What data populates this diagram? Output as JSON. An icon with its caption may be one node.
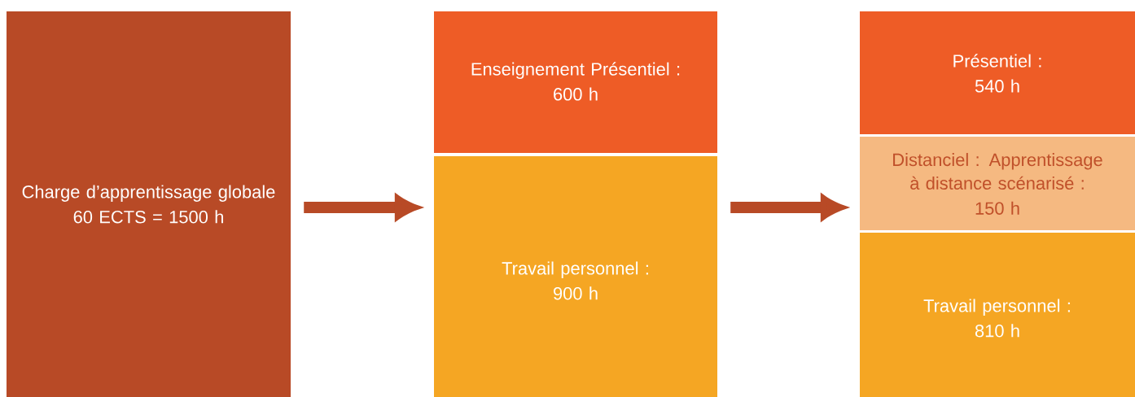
{
  "diagram": {
    "nodes": [
      {
        "text": [
          "Charge d’apprentissage globale",
          "60 ECTS = 1500 h"
        ]
      },
      {
        "text": [
          "Enseignement Présentiel :",
          "600 h"
        ]
      },
      {
        "text": [
          "Travail personnel :",
          "900 h"
        ]
      },
      {
        "text": [
          "Présentiel :",
          "540 h"
        ]
      },
      {
        "text": [
          "Distanciel : Apprentissage à distance scénarisé :",
          "150 h"
        ]
      },
      {
        "text": [
          "Travail personnel :",
          "810 h"
        ]
      }
    ],
    "edges": [
      {
        "from": 0,
        "to": 2,
        "arrow": "to"
      },
      {
        "from": 2,
        "to": 4,
        "arrow": "to"
      }
    ]
  }
}
